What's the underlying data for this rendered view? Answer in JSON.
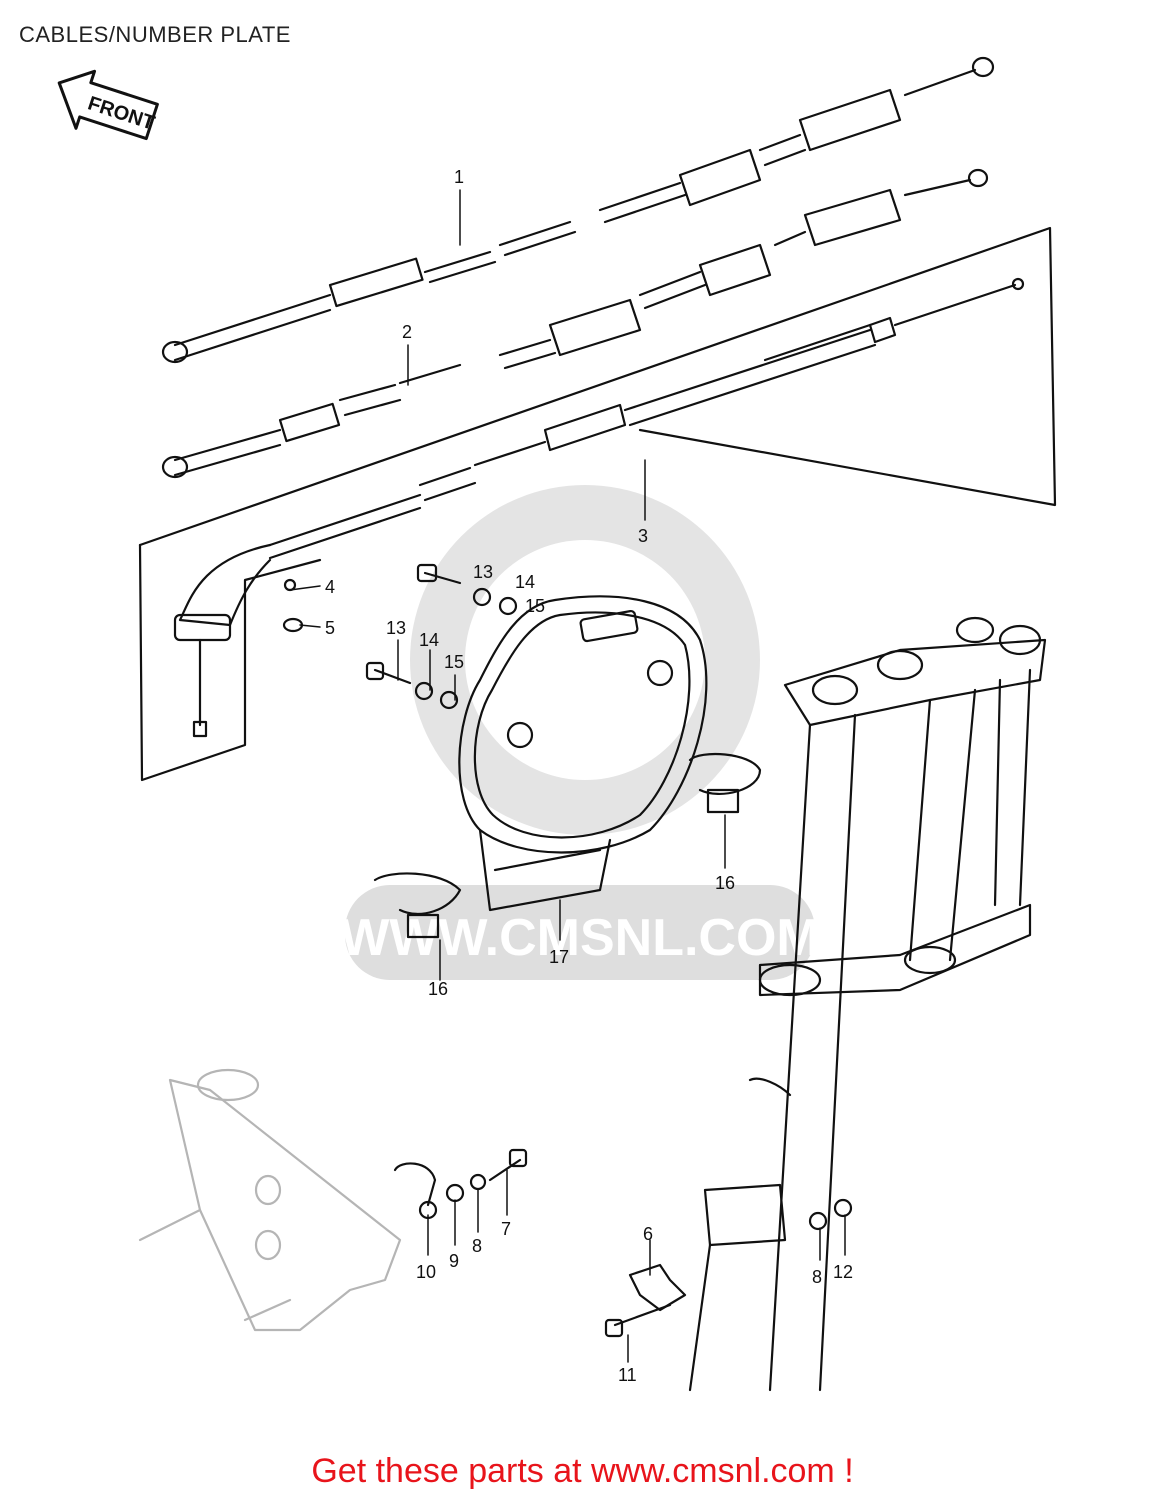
{
  "page": {
    "title": "CABLES/NUMBER PLATE",
    "front_marker": "FRONT",
    "watermark": "WWW.CMSNL.COM",
    "footer_link": "Get these parts at www.cmsnl.com !"
  },
  "callouts": [
    "1",
    "2",
    "3",
    "4",
    "5",
    "13",
    "14",
    "15",
    "13",
    "14",
    "15",
    "16",
    "16",
    "17",
    "6",
    "7",
    "8",
    "9",
    "10",
    "8",
    "11",
    "12"
  ],
  "colors": {
    "ink": "#111111",
    "footer": "#e8141b",
    "watermark": "#d9d9d9"
  }
}
